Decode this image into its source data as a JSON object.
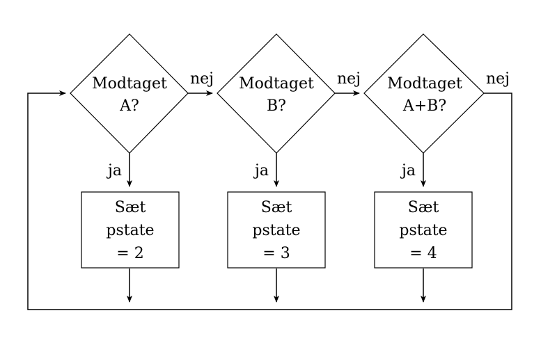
{
  "decisions": [
    {
      "line1": "Modtaget",
      "line2": "A?"
    },
    {
      "line1": "Modtaget",
      "line2": "B?"
    },
    {
      "line1": "Modtaget",
      "line2": "A+B?"
    }
  ],
  "actions": [
    {
      "line1": "Sæt",
      "line2": "pstate",
      "line3": "= 2"
    },
    {
      "line1": "Sæt",
      "line2": "pstate",
      "line3": "= 3"
    },
    {
      "line1": "Sæt",
      "line2": "pstate",
      "line3": "= 4"
    }
  ],
  "edge_labels": {
    "no": "nej",
    "yes": "ja"
  }
}
